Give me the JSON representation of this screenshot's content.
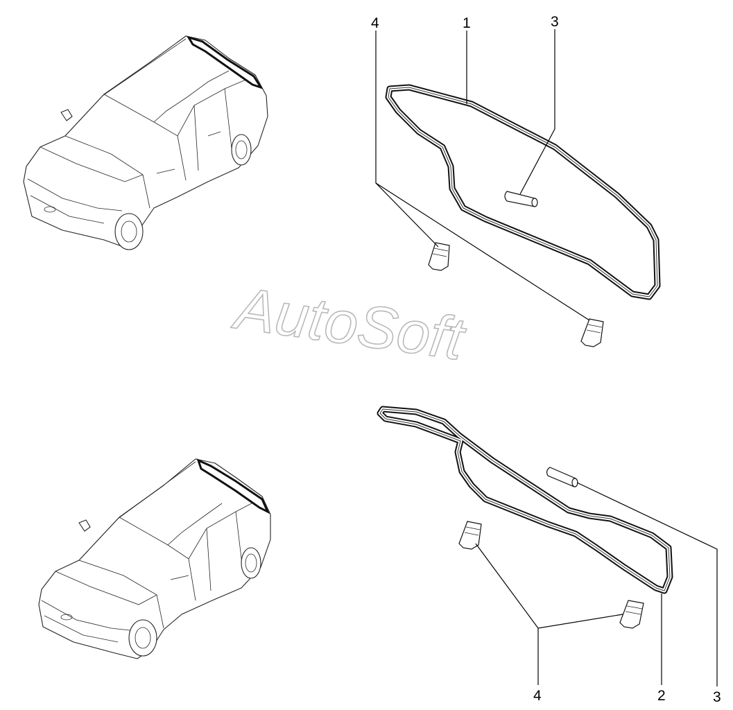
{
  "watermark": "AutoSoft",
  "callouts": {
    "upper": {
      "c1": "1",
      "c3": "3",
      "c4": "4"
    },
    "lower": {
      "c2": "2",
      "c3": "3",
      "c4": "4"
    }
  }
}
